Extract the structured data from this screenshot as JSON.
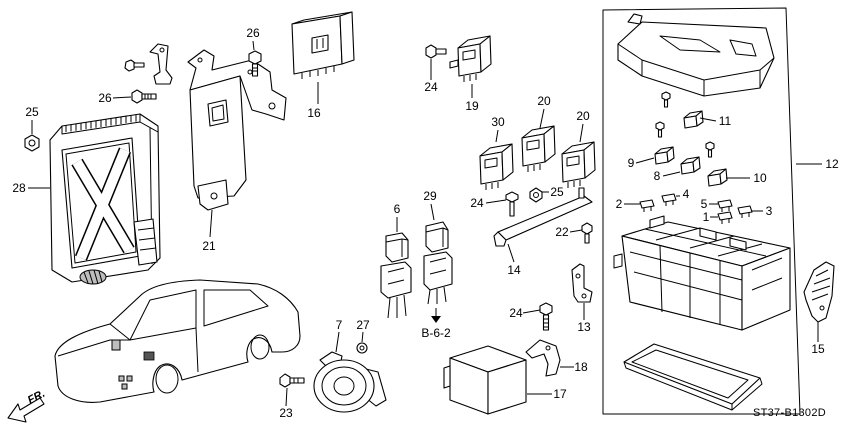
{
  "callouts": [
    "26",
    "26",
    "25",
    "28",
    "16",
    "21",
    "24",
    "19",
    "30",
    "20",
    "20",
    "24",
    "25",
    "6",
    "29",
    "22",
    "14",
    "11",
    "9",
    "8",
    "10",
    "12",
    "2",
    "4",
    "5",
    "3",
    "1",
    "13",
    "24",
    "18",
    "17",
    "15",
    "7",
    "27",
    "23"
  ],
  "reference_arrow": {
    "label": "B-6-2"
  },
  "direction_arrow": {
    "label": "FR."
  },
  "diagram_code": "ST37-B1302D"
}
